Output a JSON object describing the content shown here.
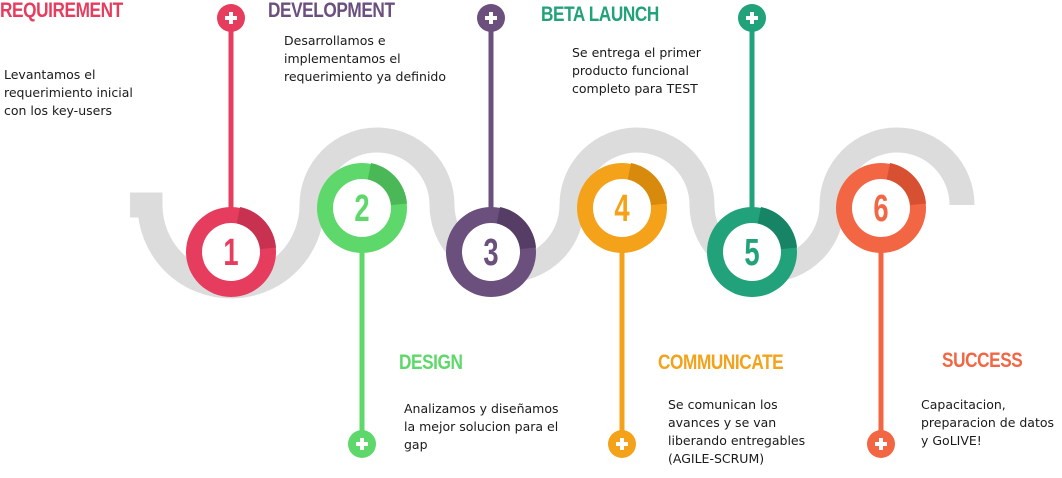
{
  "steps": [
    {
      "number": "1",
      "title": "REQUIREMENT",
      "description": "Levantamos el\nrequerimiento inicial\ncon los key-users",
      "color": "#e63d5e",
      "dark": "#c8314f",
      "stem": "up"
    },
    {
      "number": "2",
      "title": "DESIGN",
      "description": "Analizamos y diseñamos\nla mejor solucion para el\ngap",
      "color": "#5ed86a",
      "dark": "#4ab856",
      "stem": "down"
    },
    {
      "number": "3",
      "title": "DEVELOPMENT",
      "description": "Desarrollamos e\nimplementamos el\nrequerimiento ya definido",
      "color": "#6b4f7d",
      "dark": "#553d66",
      "stem": "up"
    },
    {
      "number": "4",
      "title": "COMMUNICATE",
      "description": "Se comunican los\navances y se van\nliberando entregables\n(AGILE-SCRUM)",
      "color": "#f4a21a",
      "dark": "#d88a0c",
      "stem": "down"
    },
    {
      "number": "5",
      "title": "BETA LAUNCH",
      "description": "Se entrega el primer\nproducto funcional\ncompleto para TEST",
      "color": "#21a27a",
      "dark": "#168465",
      "stem": "up"
    },
    {
      "number": "6",
      "title": "SUCCESS",
      "description": "Capacitacion,\npreparacion de datos\ny GoLIVE!",
      "color": "#f26644",
      "dark": "#d85032",
      "stem": "down"
    }
  ],
  "icons": {
    "marker": "plus-icon"
  },
  "path_color": "#dcdcdc"
}
